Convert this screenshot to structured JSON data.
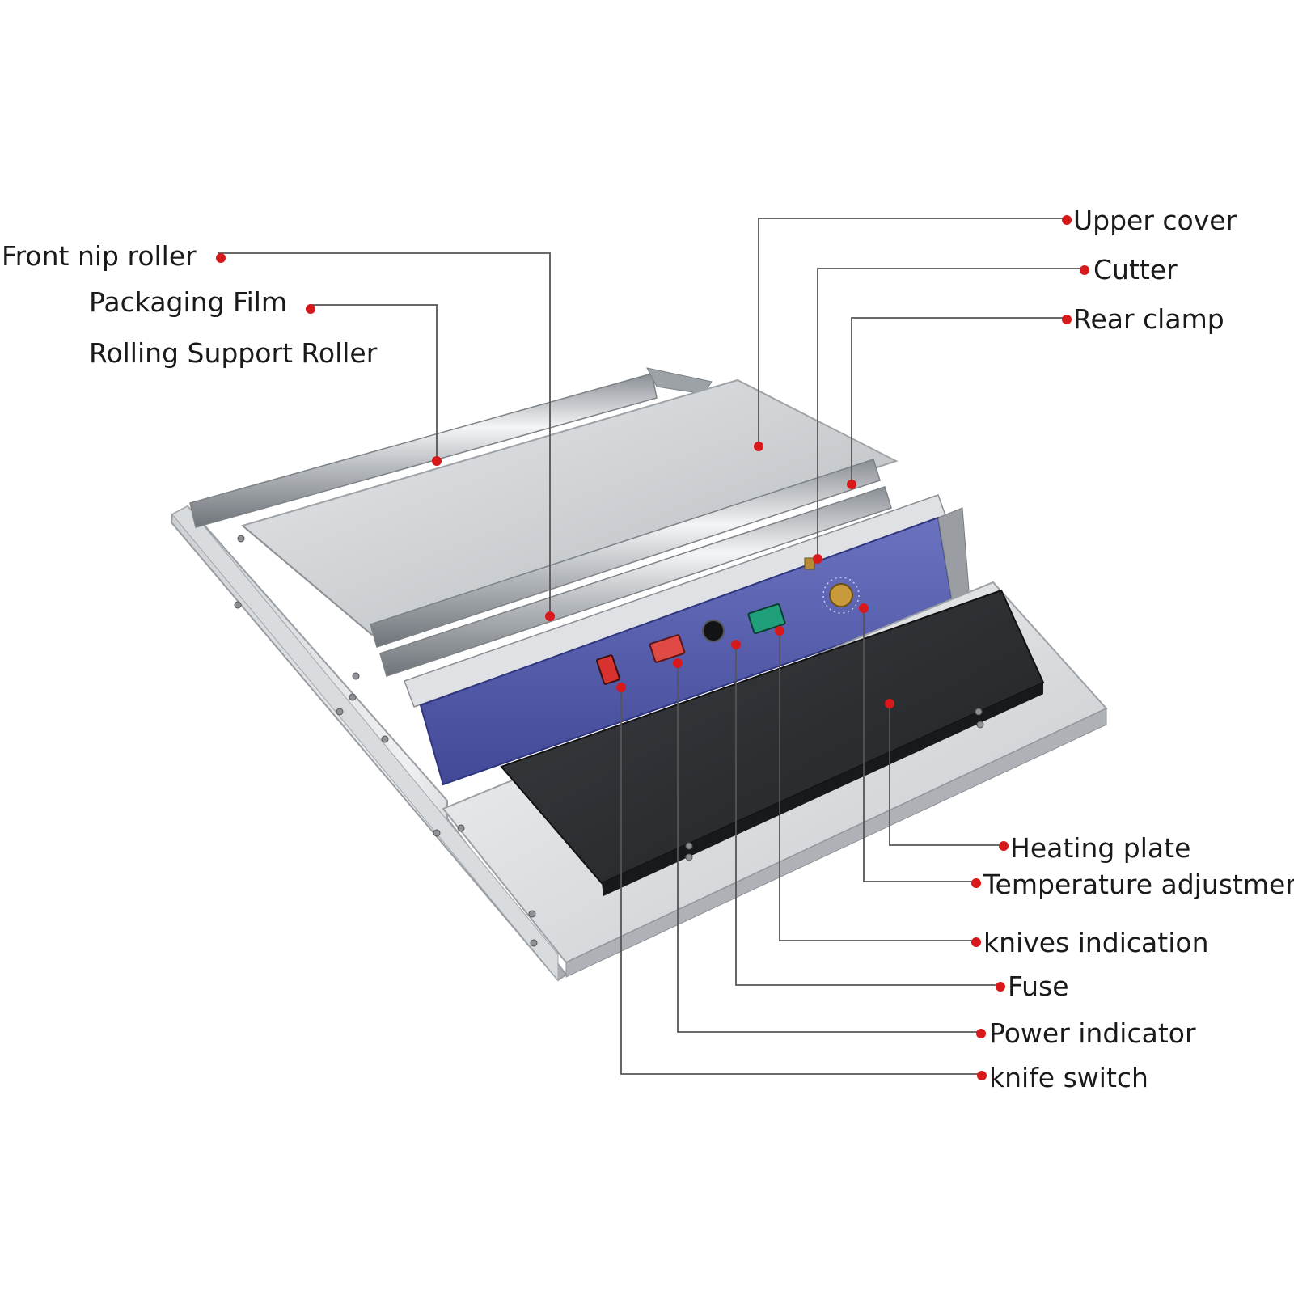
{
  "labels": {
    "front_nip_roller": "Front nip roller",
    "packaging_film": "Packaging Film",
    "rolling_support_roller": "Rolling Support Roller",
    "upper_cover": "Upper cover",
    "cutter": "Cutter",
    "rear_clamp": "Rear clamp",
    "heating_plate": "Heating plate",
    "temperature_adjustment": "Temperature adjustment",
    "knives_indication": "knives indication",
    "fuse": "Fuse",
    "power_indicator": "Power indicator",
    "knife_switch": "knife switch"
  },
  "colors": {
    "callout_dot": "#d7191c",
    "leader_line": "#555555",
    "label_text": "#1a1a1a",
    "control_panel": "#4f57a8",
    "heating_plate": "#2b2d30",
    "steel": "#c9ccd0"
  }
}
